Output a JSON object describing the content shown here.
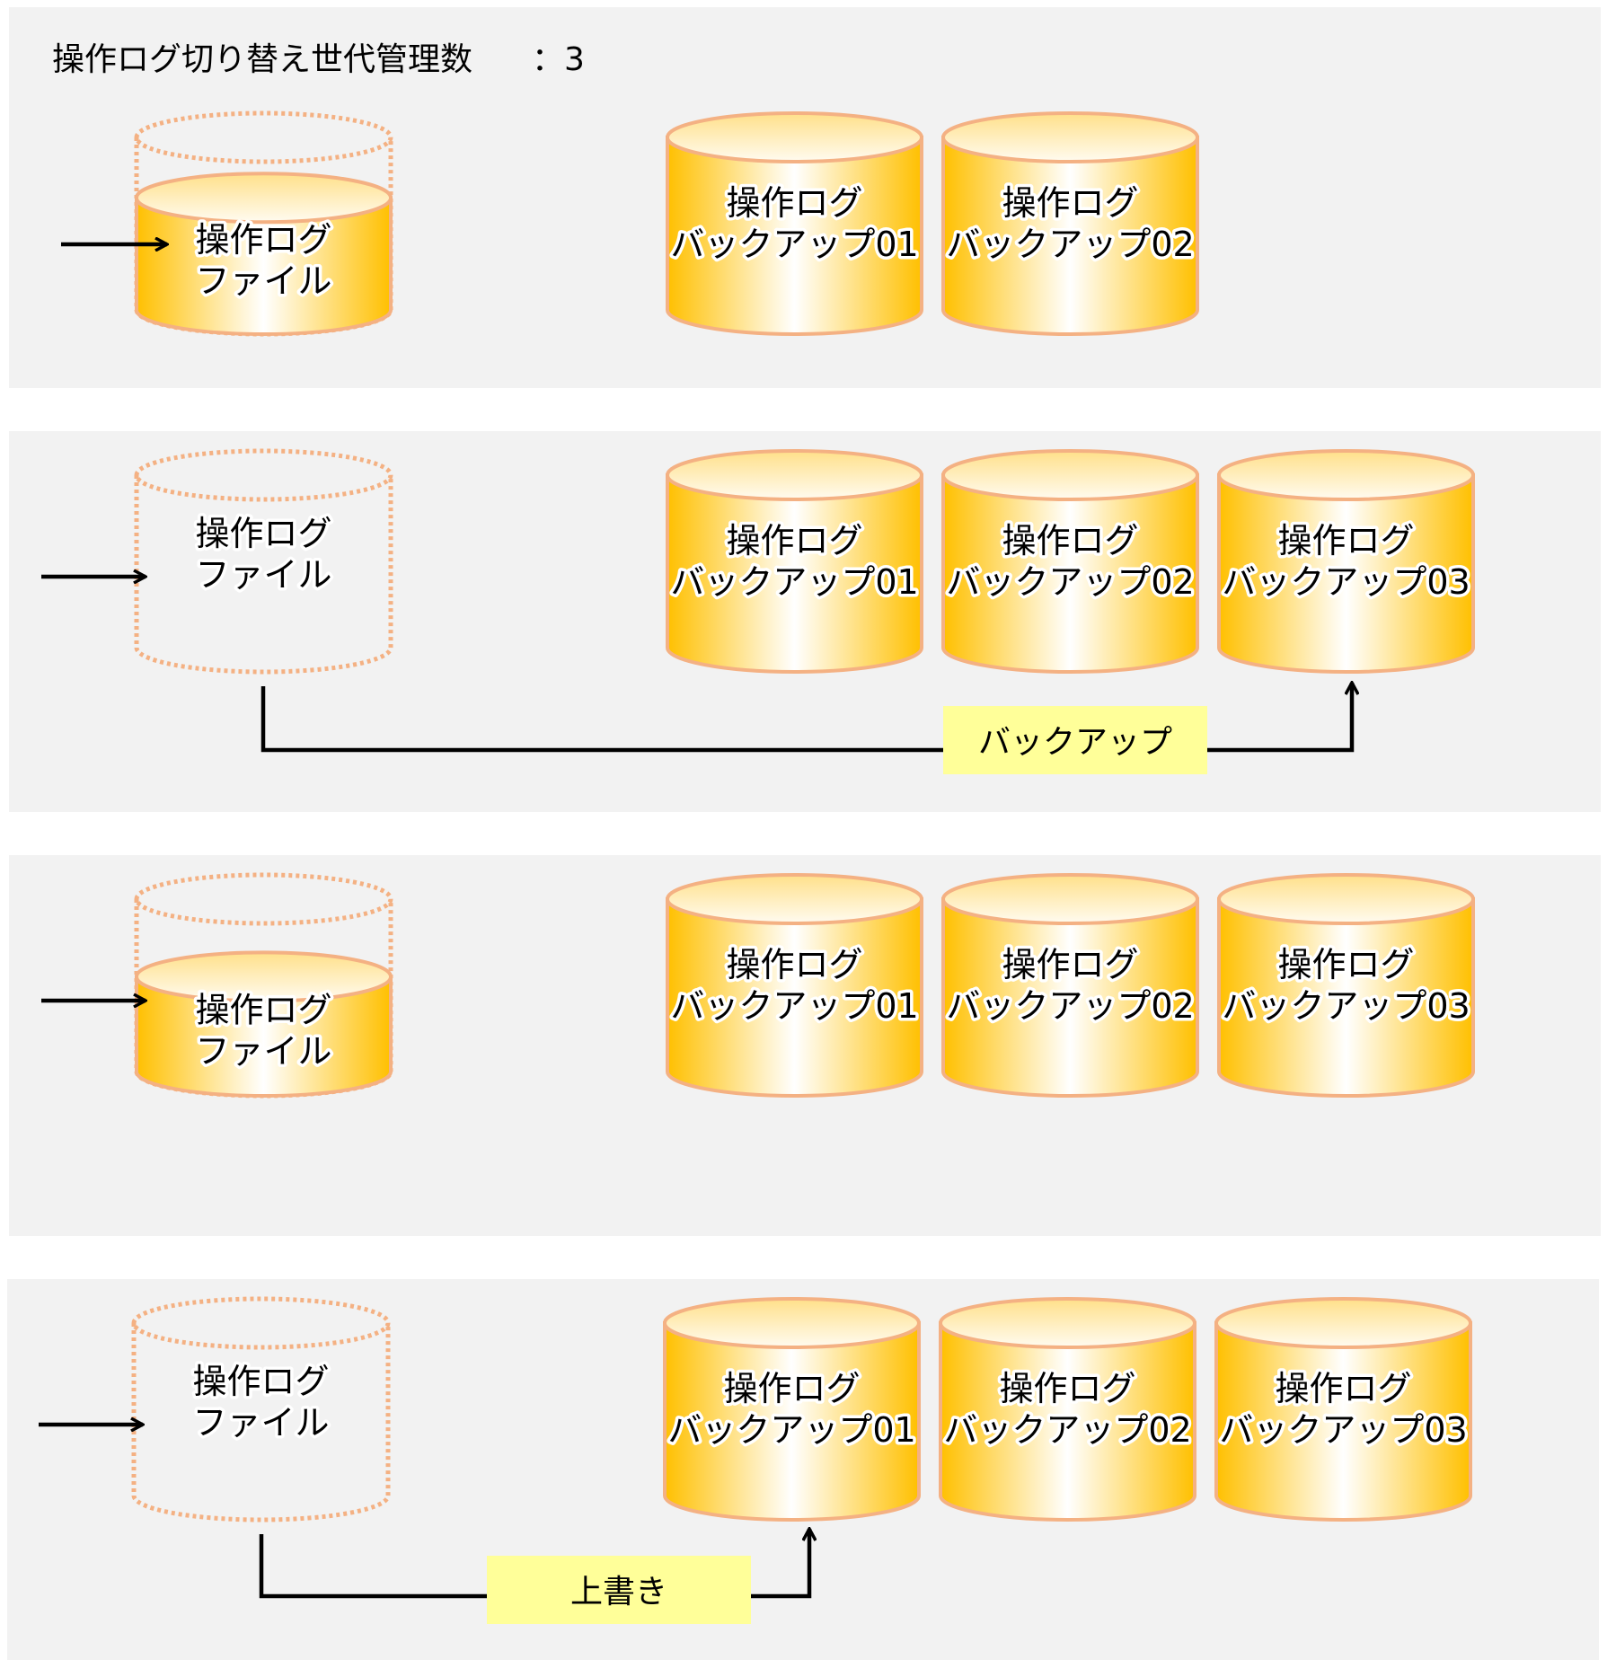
{
  "title": {
    "label": "操作ログ切り替え世代管理数",
    "value": "：3"
  },
  "colors": {
    "panel": "#f2f2f2",
    "cylinder_edge": "#f4b183",
    "cylinder_fill_dark": "#ffc000",
    "cylinder_fill_light": "#ffffff",
    "callout": "#ffff99",
    "arrow": "#000000"
  },
  "labels": {
    "log_file": [
      "操作ログ",
      "ファイル"
    ],
    "backup_01": [
      "操作ログ",
      "バックアップ01"
    ],
    "backup_02": [
      "操作ログ",
      "バックアップ02"
    ],
    "backup_03": [
      "操作ログ",
      "バックアップ03"
    ],
    "backup_action": "バックアップ",
    "overwrite_action": "上書き"
  },
  "stages": [
    {
      "log_file_fill": 0.65,
      "backups": [
        "01",
        "02"
      ]
    },
    {
      "log_file_fill": 0,
      "backups": [
        "01",
        "02",
        "03"
      ],
      "action": "backup_action",
      "action_target": "03"
    },
    {
      "log_file_fill": 0.55,
      "backups": [
        "01",
        "02",
        "03"
      ]
    },
    {
      "log_file_fill": 0,
      "backups": [
        "01",
        "02",
        "03"
      ],
      "action": "overwrite_action",
      "action_target": "01"
    }
  ]
}
